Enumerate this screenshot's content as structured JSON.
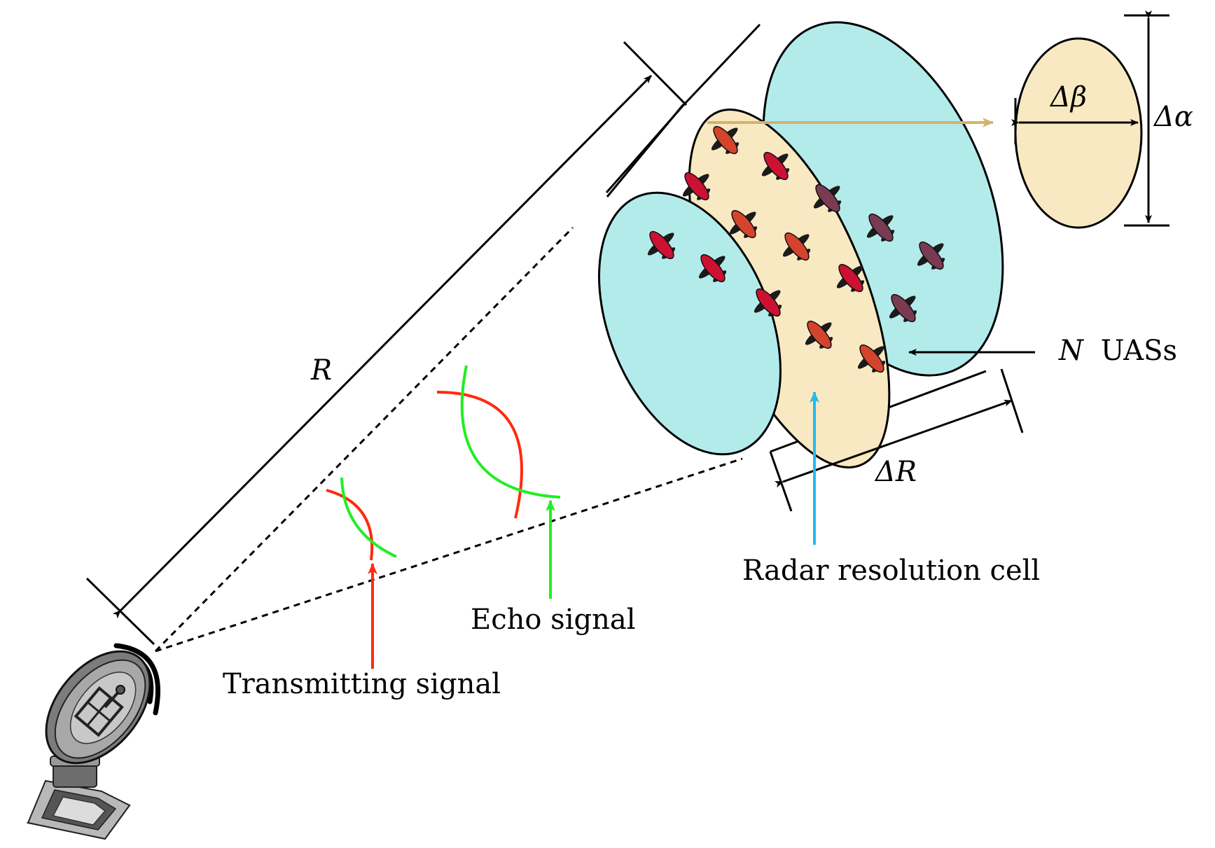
{
  "labels": {
    "range": "R",
    "delta_range": "ΔR",
    "delta_beta": "Δβ",
    "delta_alpha": "Δα",
    "n_uas": "N",
    "uas_suffix": "UASs",
    "resolution_cell": "Radar resolution cell",
    "echo_signal": "Echo signal",
    "transmitting_signal": "Transmitting signal"
  },
  "colors": {
    "cylinder_face": "#b3ebeb",
    "cell_slice": "#f8e9c2",
    "transmit": "#ff2a10",
    "echo": "#22ee22",
    "cell_arrow": "#22bbee",
    "section_arrow": "#d2b46e",
    "drone_front": "#cc1133",
    "drone_mid": "#d4442c",
    "drone_back": "#7a3a52"
  },
  "icons": [
    "radar-dish-icon",
    "radio-waves-icon",
    "drone-icon"
  ]
}
